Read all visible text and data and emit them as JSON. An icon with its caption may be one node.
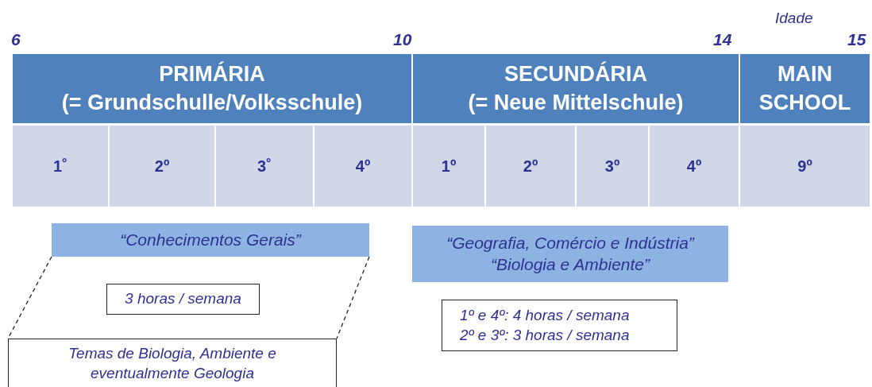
{
  "diagram": {
    "nodes": [
      {
        "text": [
          "PRIMÁRIA",
          "(= Grundschulle/Volksschule)"
        ]
      },
      {
        "text": [
          "SECUNDÁRIA",
          "(= Neue Mittelschule)"
        ]
      },
      {
        "text": [
          "MAIN SCHOOL"
        ]
      },
      {
        "text": [
          "1˚"
        ]
      },
      {
        "text": [
          "2º"
        ]
      },
      {
        "text": [
          "3˚"
        ]
      },
      {
        "text": [
          "4º"
        ]
      },
      {
        "text": [
          "1º"
        ]
      },
      {
        "text": [
          "2º"
        ]
      },
      {
        "text": [
          "3º"
        ]
      },
      {
        "text": [
          "4º"
        ]
      },
      {
        "text": [
          "9º"
        ]
      },
      {
        "text": [
          "“Conhecimentos Gerais”"
        ]
      },
      {
        "text": [
          "3 horas / semana"
        ]
      },
      {
        "text": [
          "Temas de Biologia, Ambiente e eventualmente Geologia"
        ]
      },
      {
        "text": [
          "“Geografia, Comércio e Indústria”",
          "“Biologia e Ambiente”"
        ]
      },
      {
        "text": [
          "1º e  4º: 4 horas / semana",
          "2º e 3º: 3 horas / semana"
        ]
      }
    ],
    "edges": [
      {
        "from": 12,
        "to": 14,
        "arrow": "none",
        "style": "dashed"
      },
      {
        "from": 12,
        "to": 14,
        "arrow": "none",
        "style": "dashed"
      }
    ],
    "labels": [
      "Idade",
      "6",
      "10",
      "14",
      "15"
    ]
  }
}
